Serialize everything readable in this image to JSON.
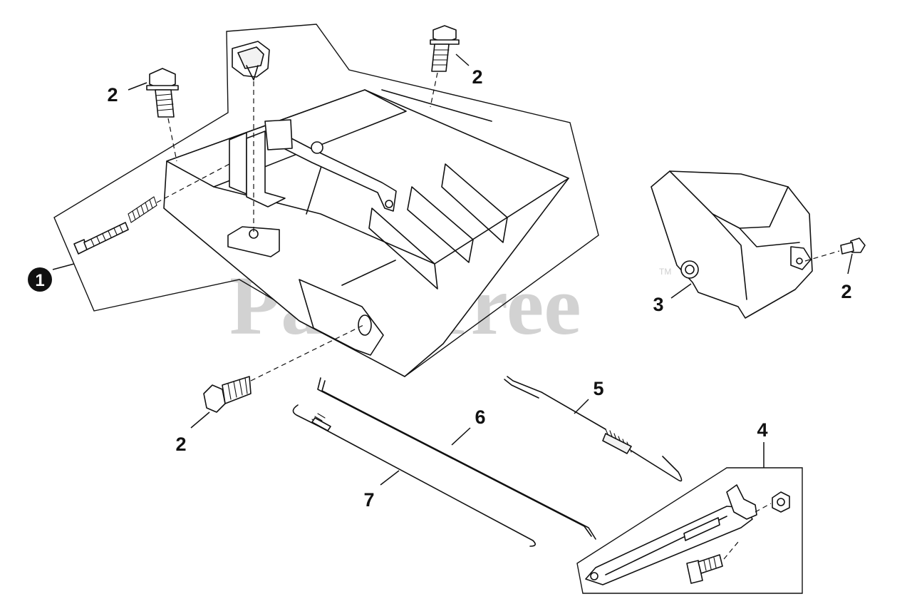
{
  "watermark": {
    "text": "PartsTree",
    "trademark": "TM"
  },
  "callouts": {
    "assembly": "1",
    "bolt_top_left": "2",
    "bolt_top_right": "2",
    "bolt_bottom_left": "2",
    "bolt_right": "2",
    "cover": "3",
    "lever": "4",
    "spring_rod": "5",
    "rod": "6",
    "cable": "7"
  }
}
